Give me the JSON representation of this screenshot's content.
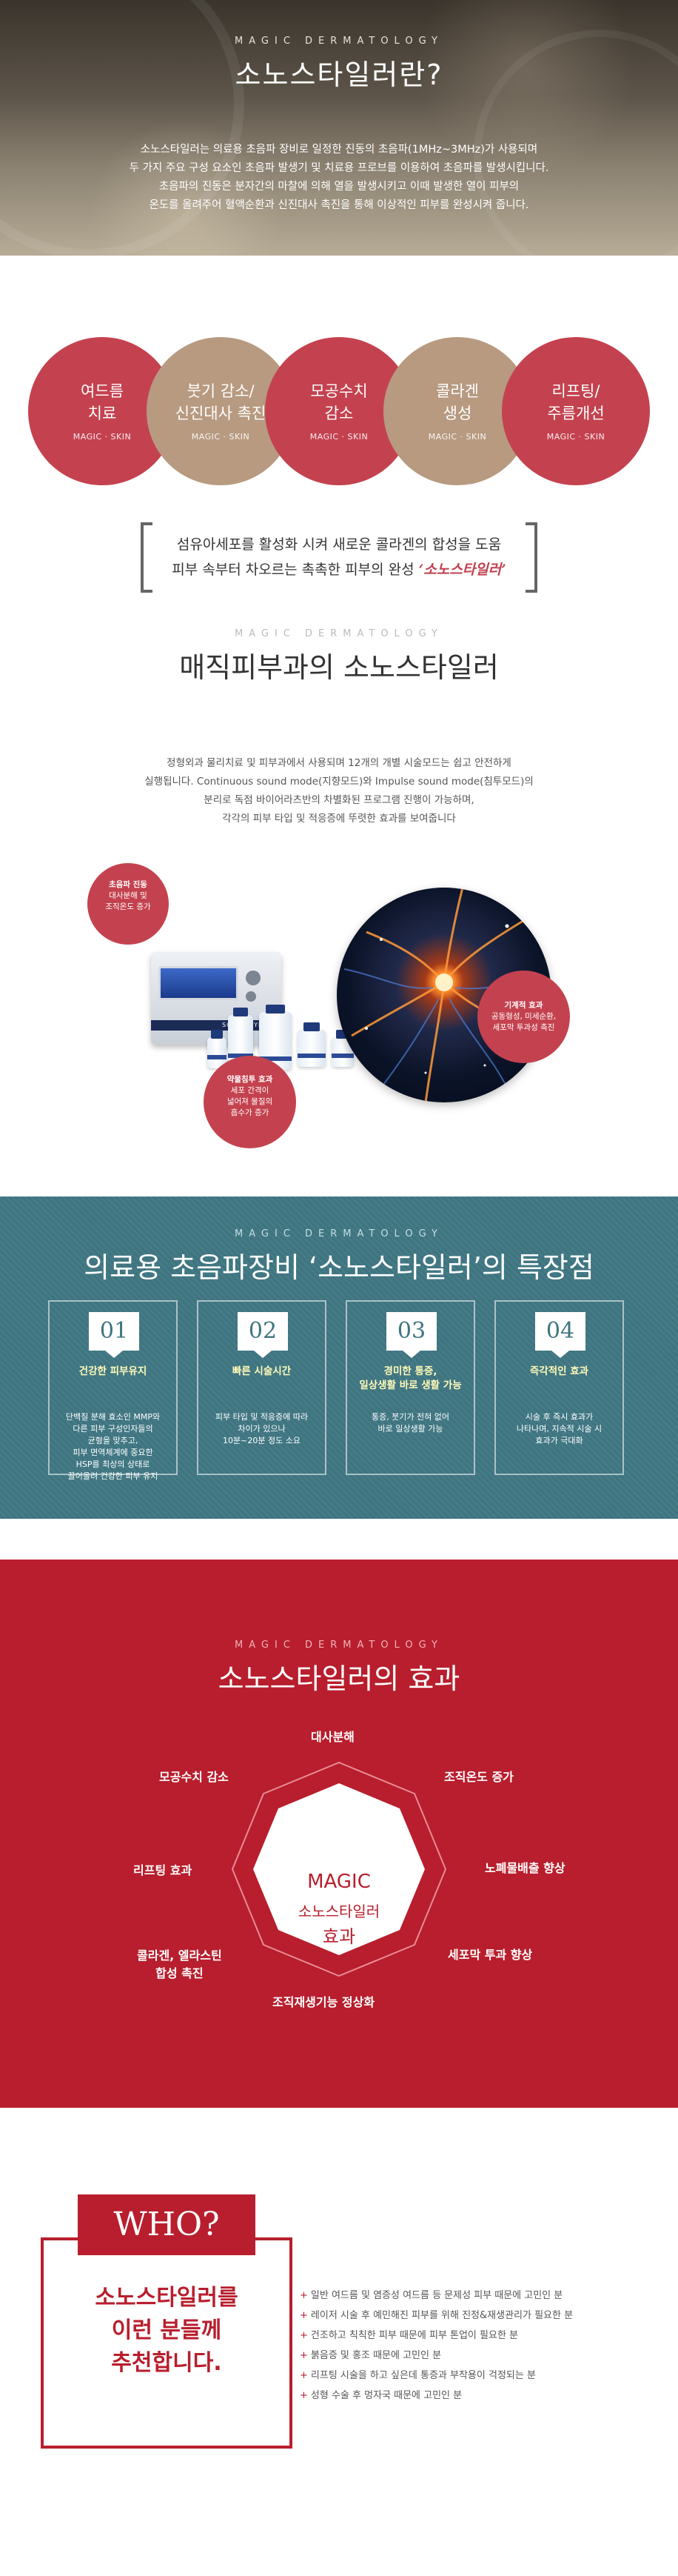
{
  "intro": {
    "kicker": "MAGIC DERMATOLOGY",
    "title": "소노스타일러란?",
    "lines": [
      "소노스타일러는 의료용 초음파 장비로 일정한 진동의 초음파(1MHz~3MHz)가 사용되며",
      "두 가지 주요 구성 요소인 초음파 발생기 및 치료용 프로브를 이용하여 초음파를 발생시킵니다.",
      "초음파의 진동은 분자간의 마찰에 의해 열을 발생시키고 이때 발생한 열이 피부의",
      "온도를 올려주어 혈액순환과 신진대사 촉진을 통해 이상적인 피부를 완성시켜 줍니다."
    ]
  },
  "benefits": [
    {
      "label": "여드름\n치료",
      "sub": "MAGIC · SKIN",
      "color": "#c4424f"
    },
    {
      "label": "붓기 감소/\n신진대사 촉진",
      "sub": "MAGIC · SKIN",
      "color": "#b79a80"
    },
    {
      "label": "모공수치\n감소",
      "sub": "MAGIC · SKIN",
      "color": "#c4424f"
    },
    {
      "label": "콜라겐\n생성",
      "sub": "MAGIC · SKIN",
      "color": "#b79a80"
    },
    {
      "label": "리프팅/\n주름개선",
      "sub": "MAGIC · SKIN",
      "color": "#c4424f"
    }
  ],
  "quote": {
    "line1": "섬유아세포를 활성화 시켜 새로운 콜라겐의 합성을 도움",
    "line2_pre": "피부 속부터 차오르는 촉촉한 피부의 완성 ",
    "line2_hl": "‘소노스타일러’"
  },
  "about": {
    "kicker": "MAGIC DERMATOLOGY",
    "title": "매직피부과의 소노스타일러",
    "lines": [
      "정형외과 물리치료 및 피부과에서 사용되며 12개의 개별 시술모드는 쉽고 안전하게",
      "실행됩니다. Continuous sound mode(지향모드)와 Impulse sound mode(침투모드)의",
      "분리로 독점 바이어라츠반의 차별화된 프로그램 진행이 가능하며,",
      "각각의 피부 타입 및 적응증에 뚜렷한 효과를 보여줍니다"
    ],
    "device_logo": "SONO STYLER",
    "badge1": {
      "head": "초음파 진동",
      "lines": [
        "대사분해 및",
        "조직온도 증가"
      ]
    },
    "badge2": {
      "head": "약물침투 효과",
      "lines": [
        "세포 간격이",
        "넓어져 물질의",
        "흡수가 증가"
      ]
    },
    "badge3": {
      "head": "기계적 효과",
      "lines": [
        "공동형성, 미세순환,",
        "세포막 투과성 촉진"
      ]
    },
    "badge1_color": "#c4424f",
    "badge2_color": "#c4424f",
    "badge3_color": "#c4424f"
  },
  "features": {
    "kicker": "MAGIC DERMATOLOGY",
    "title": "의료용 초음파장비 ‘소노스타일러’의 특장점",
    "cards": [
      {
        "num": "01",
        "title": "건강한 피부유지",
        "desc": [
          "단백질 분해 효소인 MMP와",
          "다른 피부 구성인자들의",
          "균형을 맞추고,",
          "피부 면역체계에 중요한",
          "HSP를 최상의 상태로",
          "끌어올려 건강한 피부 유지"
        ]
      },
      {
        "num": "02",
        "title": "빠른 시술시간",
        "desc": [
          "피부 타입 및 적응증에 따라",
          "차이가 있으나",
          "10분~20분 정도 소요"
        ]
      },
      {
        "num": "03",
        "title": "경미한 통증,\n일상생활 바로 생활 가능",
        "desc": [
          "통증, 붓기가 전혀 없어",
          "바로 일상생활 가능"
        ]
      },
      {
        "num": "04",
        "title": "즉각적인 효과",
        "desc": [
          "시술 후 즉시 효과가",
          "나타나며, 지속적 시술 시",
          "효과가 극대화"
        ]
      }
    ]
  },
  "effects": {
    "kicker": "MAGIC DERMATOLOGY",
    "title": "소노스타일러의 효과",
    "center_en": "MAGIC",
    "center_ko1": "소노스타일러",
    "center_ko2": "효과",
    "items": [
      "대사분해",
      "조직온도 증가",
      "노폐물배출 향상",
      "세포막 투과 향상",
      "조직재생기능 정상화",
      "콜라겐, 엘라스틴\n합성 촉진",
      "리프팅 효과",
      "모공수치 감소"
    ]
  },
  "who": {
    "tab": "WHO?",
    "text": "소노스타일러를\n이런 분들께\n추천합니다.",
    "items": [
      "일반 여드름 및 염증성 여드름 등 문제성 피부 때문에 고민인 분",
      "레이저 시술 후 예민해진 피부를 위해 진정&재생관리가 필요한 분",
      "건조하고 칙칙한 피부 때문에 피부 톤업이 필요한 분",
      "붉음증 및 홍조 때문에 고민인 분",
      "리프팅 시술을 하고 싶은데 통증과 부작용이 걱정되는 분",
      "성형 수술 후 멍자국 때문에 고민인 분"
    ]
  },
  "colors": {
    "red": "#b81e2d",
    "teal": "#3e7581",
    "beige": "#b79a80",
    "rose": "#c4424f"
  }
}
